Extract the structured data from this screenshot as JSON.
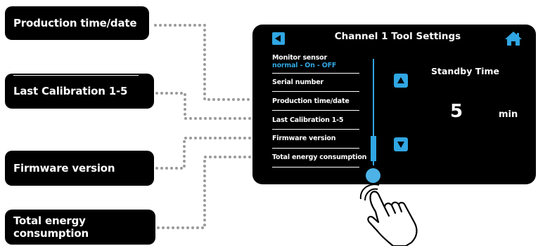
{
  "callouts": {
    "production": "Production time/date",
    "calibration": "Last Calibration 1-5",
    "firmware": "Firmware version",
    "energy": "Total energy consumption"
  },
  "screen": {
    "title": "Channel 1 Tool Settings",
    "back_icon": "back-arrow-icon",
    "home_icon": "home-icon",
    "menu": [
      {
        "label": "Monitor sensor",
        "sub": "normal - On - OFF"
      },
      {
        "label": "Serial number"
      },
      {
        "label": "Production time/date"
      },
      {
        "label": "Last Calibration 1-5"
      },
      {
        "label": "Firmware version"
      },
      {
        "label": "Total energy consumption"
      }
    ],
    "standby": {
      "label": "Standby Time",
      "value": "5",
      "unit": "min"
    }
  },
  "colors": {
    "accent": "#30a6e2",
    "screen_bg": "#000000",
    "connector": "#9a9a9a"
  }
}
